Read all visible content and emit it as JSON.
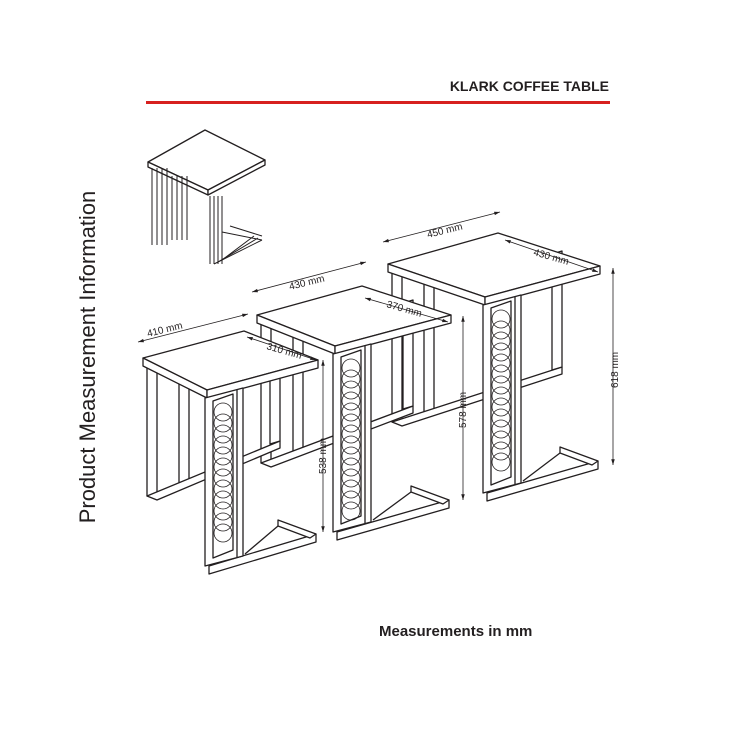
{
  "header": {
    "title": "KLARK COFFEE TABLE",
    "accent_color": "#d7201f"
  },
  "side_label": "Product Measurement Information",
  "footer_note": "Measurements in mm",
  "dimensions": {
    "large_width": "450 mm",
    "large_depth": "430 mm",
    "large_height": "618 mm",
    "medium_width": "430 mm",
    "medium_depth": "370 mm",
    "medium_height": "578 mm",
    "small_width": "410 mm",
    "small_depth": "310 mm",
    "small_height": "538 mm"
  }
}
